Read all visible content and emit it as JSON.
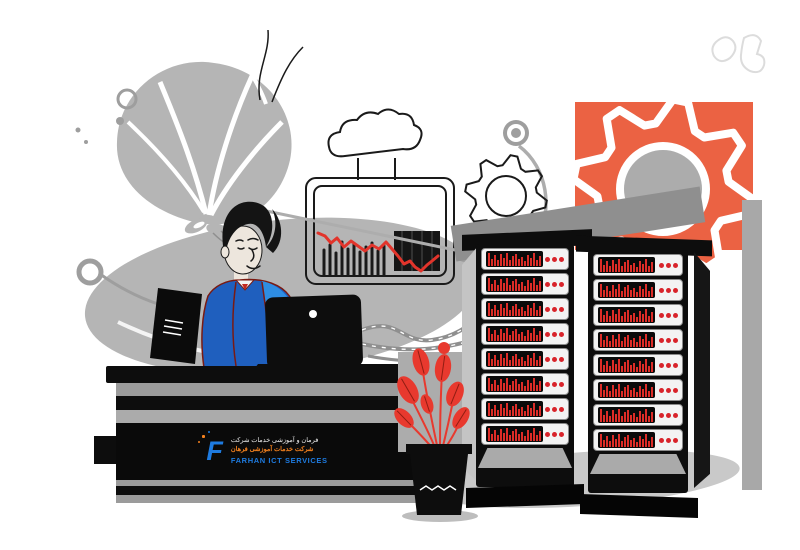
{
  "company": {
    "monogram": "F",
    "tagline_fa": "فرمان و آموزشی خدمات شرکت",
    "name_fa": "شرکت خدمات آموزشی فرهان",
    "name_en": "FARHAN ICT SERVICES"
  },
  "scene": {
    "racks": {
      "count": 2,
      "units_per_rack": 8,
      "leds_per_unit": 3,
      "equalizer_bar_heights": [
        0.95,
        0.5,
        0.75,
        0.45,
        0.85,
        0.6,
        0.9,
        0.4,
        0.7,
        0.85,
        0.5,
        0.65,
        0.35,
        0.8,
        0.55,
        0.9,
        0.45,
        0.7
      ]
    },
    "colors": {
      "accent_orange": "#EB6243",
      "signal_red": "#DD2C27",
      "led_red": "#D8232A",
      "logo_blue": "#1E7BE0",
      "persian_orange": "#F5821F",
      "shirt_dark_blue": "#1F5FBE",
      "shirt_light_blue": "#2E8DE3",
      "ink_black": "#141414",
      "soft_gray": "#B5B5B5",
      "desk_gray": "#9B9B9B"
    },
    "icons": [
      "gear-icon",
      "cloud-icon",
      "server-rack-icon",
      "balloon-icon",
      "plant-icon",
      "laptop-icon",
      "monitor-icon",
      "trend-line-icon",
      "bar-chart-icon",
      "led-dot"
    ]
  }
}
